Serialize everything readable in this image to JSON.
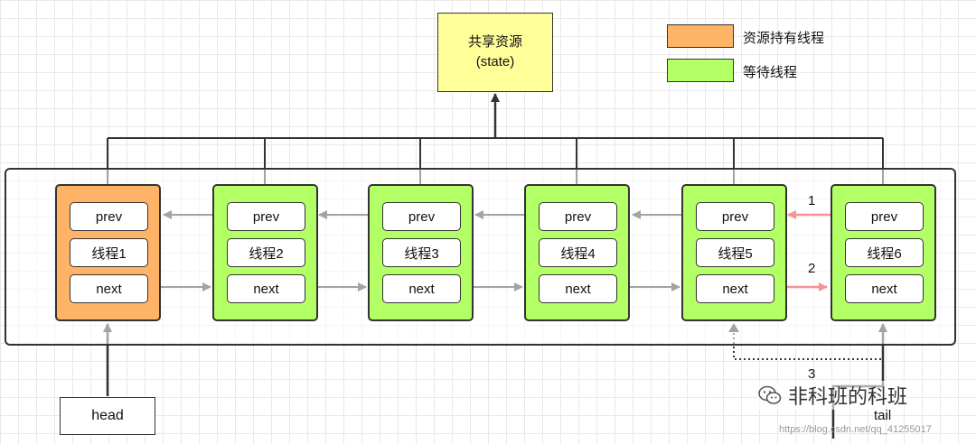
{
  "state": {
    "line1": "共享资源",
    "line2": "(state)"
  },
  "legend": [
    {
      "label": "资源持有线程",
      "color": "#ffb366"
    },
    {
      "label": "等待线程",
      "color": "#b3ff66"
    }
  ],
  "nodes": [
    {
      "prev": "prev",
      "name": "线程1",
      "next": "next",
      "role": "holder"
    },
    {
      "prev": "prev",
      "name": "线程2",
      "next": "next",
      "role": "waiting"
    },
    {
      "prev": "prev",
      "name": "线程3",
      "next": "next",
      "role": "waiting"
    },
    {
      "prev": "prev",
      "name": "线程4",
      "next": "next",
      "role": "waiting"
    },
    {
      "prev": "prev",
      "name": "线程5",
      "next": "next",
      "role": "waiting"
    },
    {
      "prev": "prev",
      "name": "线程6",
      "next": "next",
      "role": "waiting"
    }
  ],
  "pointers": {
    "head": "head",
    "tail": "tail"
  },
  "steps": [
    "1",
    "2",
    "3"
  ],
  "colors": {
    "highlight_arrow": "#ee1111",
    "line": "#333333"
  },
  "watermark": {
    "text": "非科班的科班",
    "icon": "wechat-icon",
    "url": "https://blog.csdn.net/qq_41255017"
  }
}
